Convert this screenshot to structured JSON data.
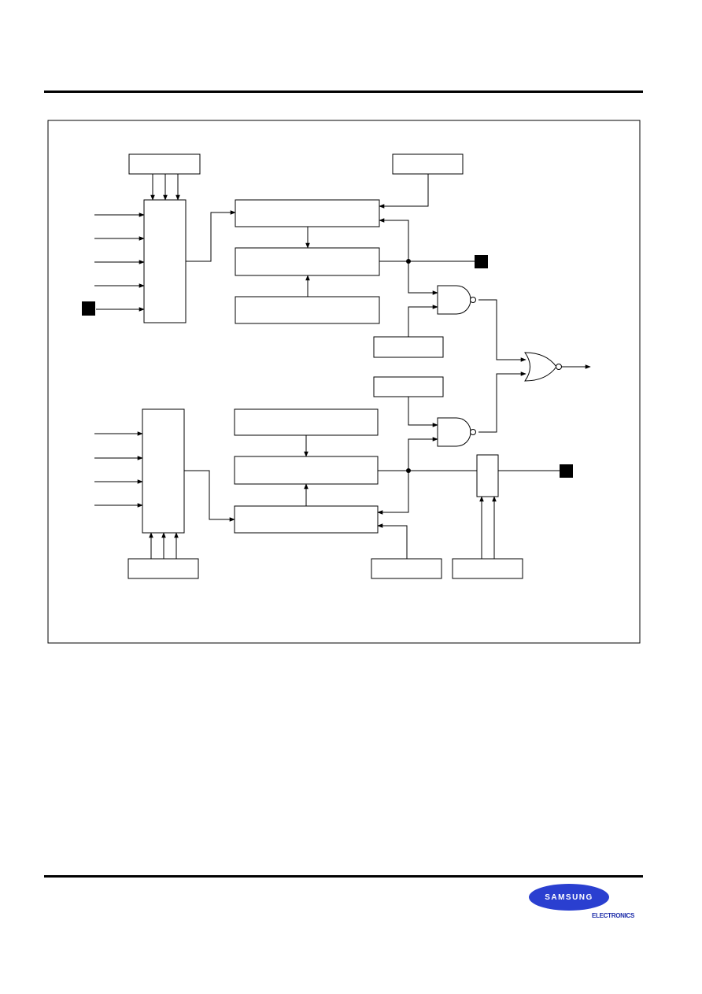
{
  "diagram": {
    "blocks": [
      {
        "id": "top-select-ctrl"
      },
      {
        "id": "top-mux"
      },
      {
        "id": "top-ctrl-reg"
      },
      {
        "id": "top-counter"
      },
      {
        "id": "top-data-reg"
      },
      {
        "id": "top-right-ctrl"
      },
      {
        "id": "nand1-ctrl"
      },
      {
        "id": "nand2-ctrl"
      },
      {
        "id": "bot-data-reg"
      },
      {
        "id": "bot-counter"
      },
      {
        "id": "bot-ctrl-reg"
      },
      {
        "id": "bot-mux"
      },
      {
        "id": "bot-select-ctrl"
      },
      {
        "id": "bot-right-ctrl"
      },
      {
        "id": "output-buffer"
      },
      {
        "id": "buffer-ctrl"
      }
    ],
    "gates": [
      {
        "id": "nand-top",
        "type": "NAND"
      },
      {
        "id": "nand-bottom",
        "type": "NAND"
      },
      {
        "id": "nor-output",
        "type": "NOR"
      }
    ],
    "pins": [
      {
        "id": "input-pin-left"
      },
      {
        "id": "output-pin-top"
      },
      {
        "id": "output-pin-bottom"
      }
    ],
    "signal_inputs": {
      "top_mux": 5,
      "bottom_mux": 4
    }
  },
  "footer": {
    "brand": "SAMSUNG",
    "division": "ELECTRONICS",
    "brand_color": "#2a3fd0"
  }
}
